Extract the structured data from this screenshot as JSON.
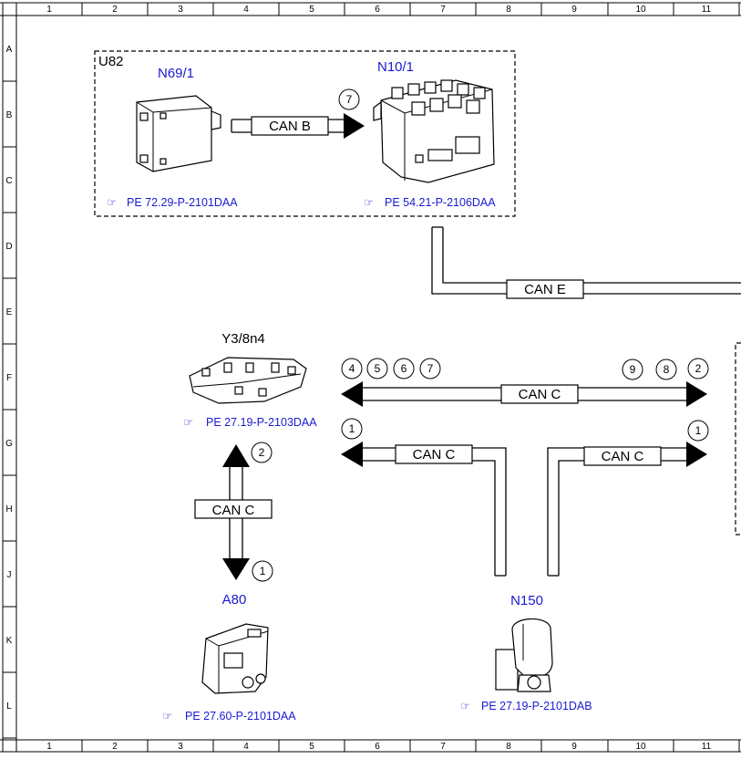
{
  "grid": {
    "columns": [
      "1",
      "2",
      "3",
      "4",
      "5",
      "6",
      "7",
      "8",
      "9",
      "10",
      "11"
    ],
    "rows": [
      "A",
      "B",
      "C",
      "D",
      "E",
      "F",
      "G",
      "H",
      "J",
      "K",
      "L"
    ]
  },
  "group": {
    "label": "U82"
  },
  "components": {
    "n69_1": {
      "name": "N69/1",
      "ref": "PE 72.29-P-2101DAA"
    },
    "n10_1": {
      "name": "N10/1",
      "ref": "PE 54.21-P-2106DAA"
    },
    "y3_8n4": {
      "name": "Y3/8n4",
      "ref": "PE 27.19-P-2103DAA"
    },
    "a80": {
      "name": "A80",
      "ref": "PE 27.60-P-2101DAA"
    },
    "n150": {
      "name": "N150",
      "ref": "PE 27.19-P-2101DAB"
    }
  },
  "buses": {
    "can_b": "CAN B",
    "can_e": "CAN E",
    "can_c_main": "CAN C",
    "can_c_left": "CAN C",
    "can_c_right": "CAN C",
    "can_c_vertical": "CAN C"
  },
  "markers": {
    "n10_in": "7",
    "main_left": [
      "4",
      "5",
      "6",
      "7"
    ],
    "main_right": [
      "9",
      "8",
      "2"
    ],
    "left_g": "1",
    "right_g": "1",
    "vert_top": "2",
    "vert_bottom": "1"
  },
  "colors": {
    "component_blue": "#1a1ad0",
    "line": "#000000"
  }
}
